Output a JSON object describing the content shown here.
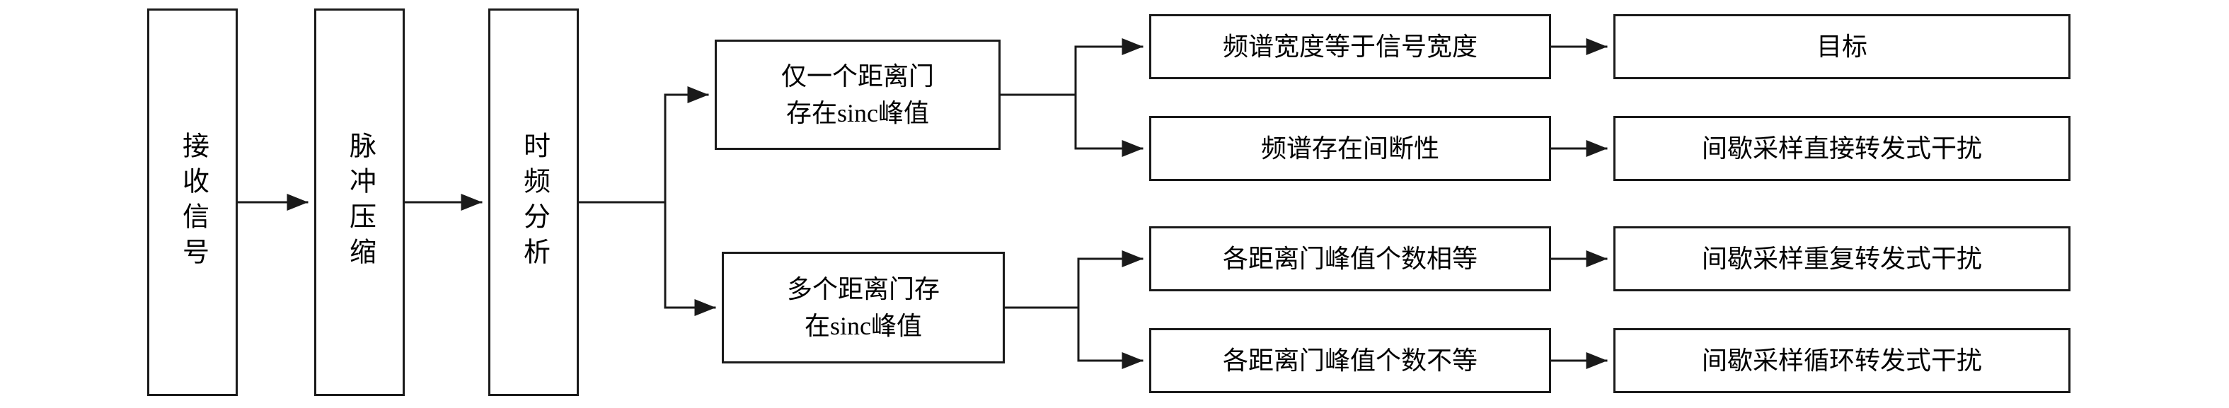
{
  "nodes": {
    "receive": "接收信号",
    "pulse_compression": "脉冲压缩",
    "time_frequency": "时频分析",
    "single_gate": "仅一个距离门\n存在sinc峰值",
    "multi_gate": "多个距离门存\n在sinc峰值",
    "spectrum_width_equal": "频谱宽度等于信号宽度",
    "spectrum_discontinuous": "频谱存在间断性",
    "target": "目标",
    "direct_jamming": "间歇采样直接转发式干扰",
    "peaks_equal": "各距离门峰值个数相等",
    "peaks_unequal": "各距离门峰值个数不等",
    "repeat_jamming": "间歇采样重复转发式干扰",
    "cyclic_jamming": "间歇采样循环转发式干扰"
  },
  "style": {
    "line_color": "#1a1a1a",
    "box_background": "#ffffff",
    "text_color": "#000000"
  }
}
